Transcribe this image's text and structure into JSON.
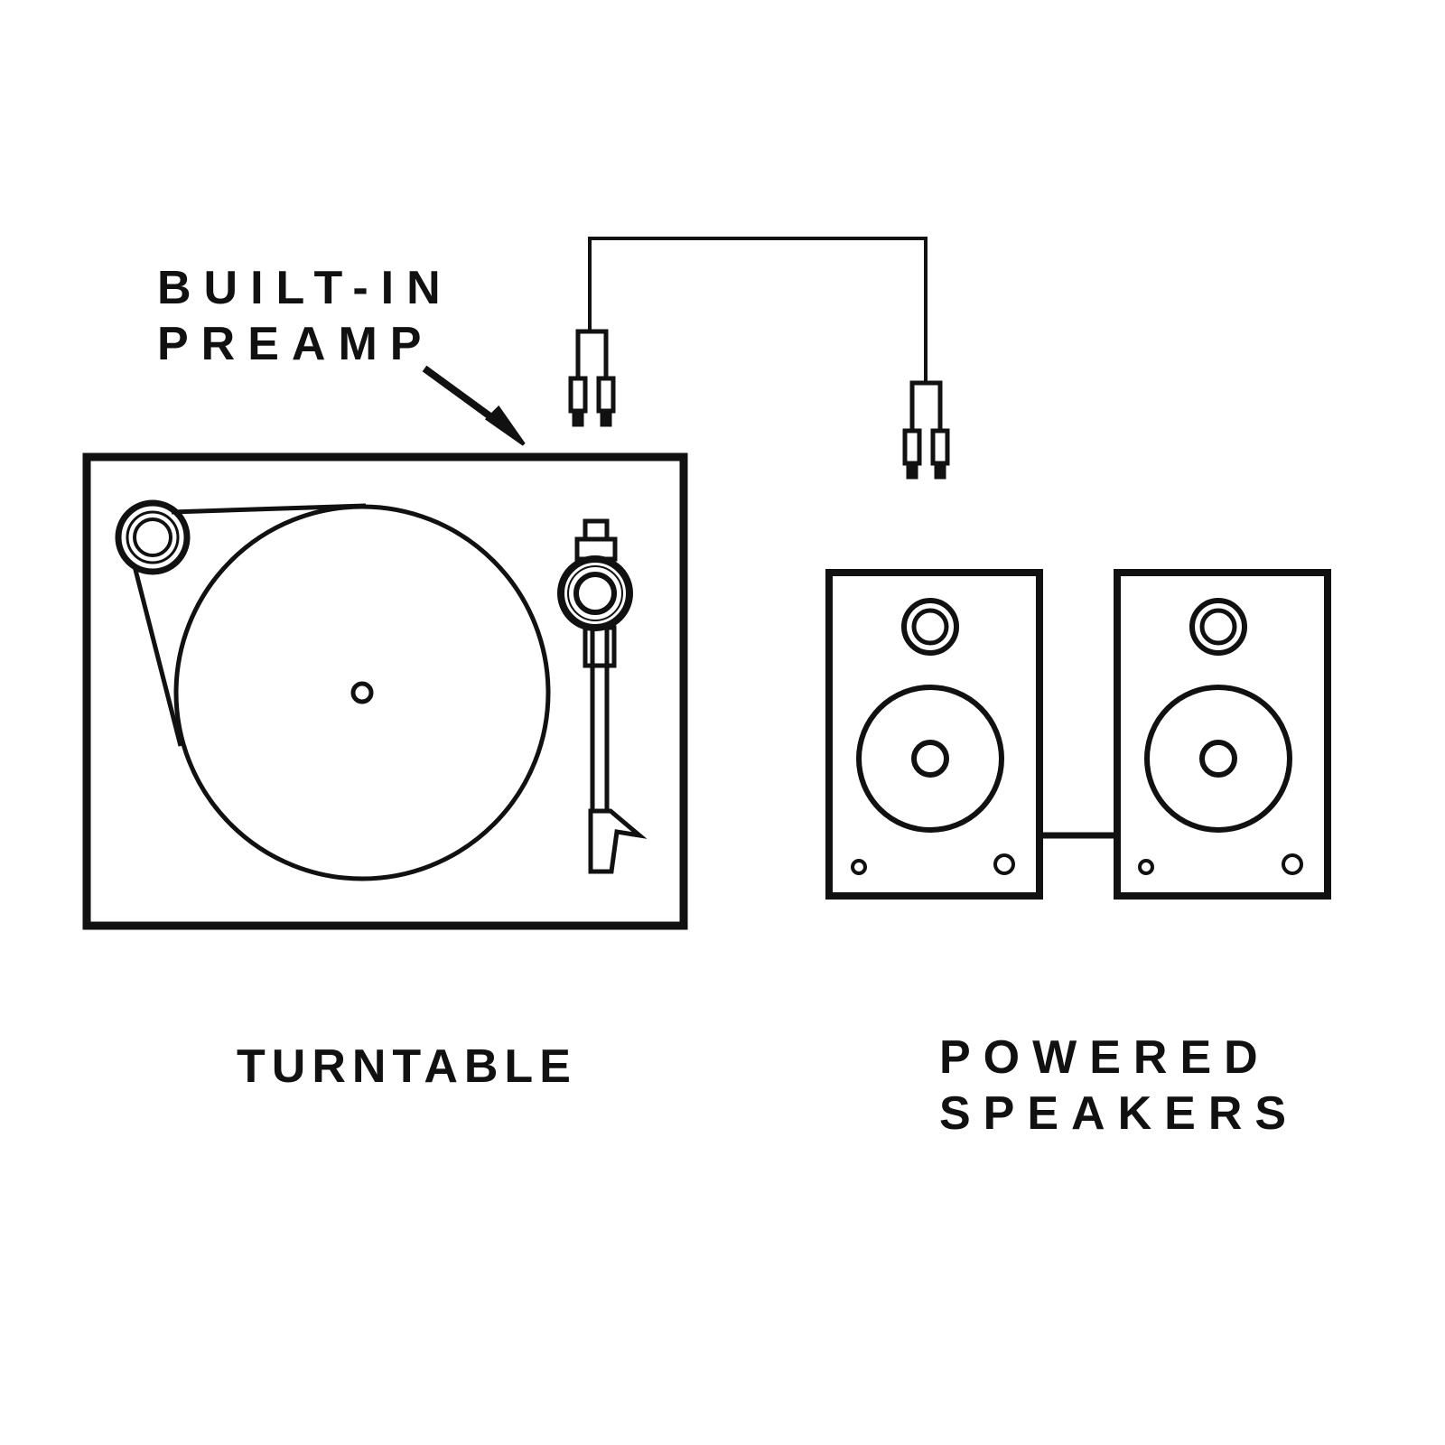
{
  "labels": {
    "preamp": [
      "BUILT-IN",
      "PREAMP"
    ],
    "turntable": "TURNTABLE",
    "speakers": [
      "POWERED",
      "SPEAKERS"
    ]
  },
  "colors": {
    "ink": "#111111",
    "background": "#ffffff"
  }
}
